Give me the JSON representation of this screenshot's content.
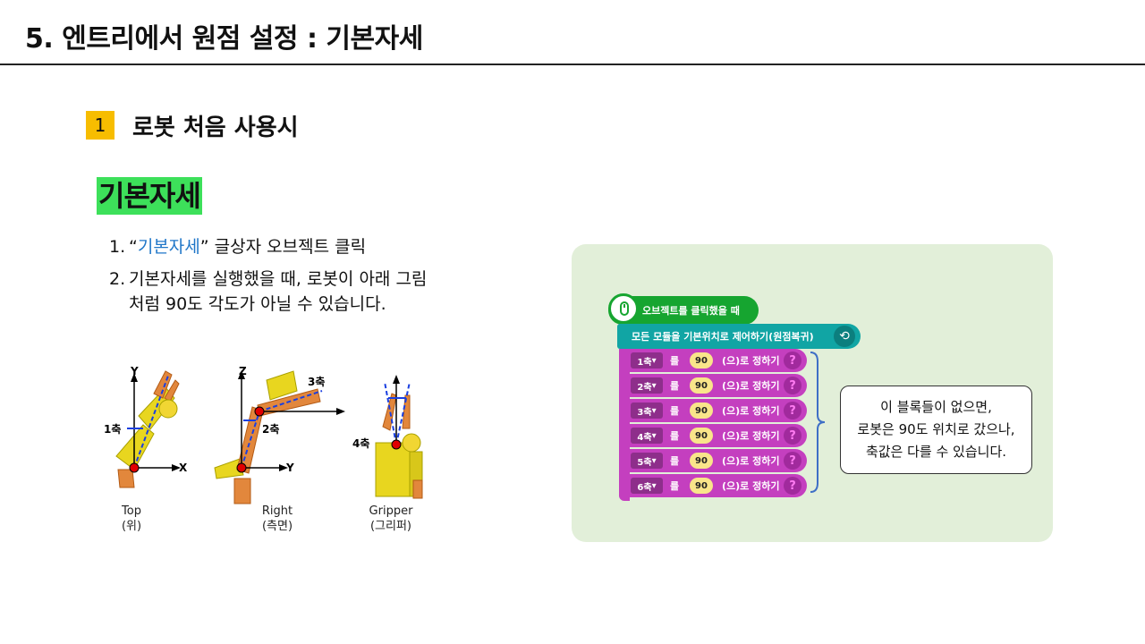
{
  "page": {
    "title": "5. 엔트리에서 원점 설정 : 기본자세",
    "section_number": "1",
    "section_title": "로봇 처음 사용시",
    "highlight": "기본자세"
  },
  "list": [
    {
      "num": "1.",
      "quote_open": "“",
      "keyword": "기본자세",
      "quote_close": "”",
      "rest": " 글상자 오브젝트 클릭"
    },
    {
      "num": "2.",
      "line1": "기본자세를 실행했을 때, 로봇이 아래 그림",
      "line2": "처럼 90도 각도가 아닐 수 있습니다."
    }
  ],
  "robots": {
    "top": {
      "axis_y": "Y",
      "axis_x": "X",
      "joint": "1축",
      "caption": "Top",
      "caption_sub": "(위)"
    },
    "right": {
      "axis_z": "Z",
      "axis_y": "Y",
      "joint2": "2축",
      "joint3": "3축",
      "caption": "Right",
      "caption_sub": "(측면)"
    },
    "gripper": {
      "joint": "4축",
      "caption": "Gripper",
      "caption_sub": "(그리퍼)"
    }
  },
  "blocks": {
    "hat": "오브젝트를 클릭했을 때",
    "reset": "모든 모듈을 기본위치로 제어하기(원점복귀)",
    "set_label": "를",
    "set_suffix": "(으)로 정하기",
    "help": "?",
    "rows": [
      {
        "axis": "1축",
        "value": "90"
      },
      {
        "axis": "2축",
        "value": "90"
      },
      {
        "axis": "3축",
        "value": "90"
      },
      {
        "axis": "4축",
        "value": "90"
      },
      {
        "axis": "5축",
        "value": "90"
      },
      {
        "axis": "6축",
        "value": "90"
      }
    ],
    "dropdown_glyph": "▾",
    "sync_icon": "⟲"
  },
  "callout": {
    "line1": "이 블록들이 없으면,",
    "line2": "로봇은 90도 위치로 갔으나,",
    "line3": "축값은 다를 수 있습니다."
  },
  "colors": {
    "section_badge": "#f7bd00",
    "highlight": "#3de05a",
    "keyword": "#1f76c8",
    "panel_bg": "#e2efd9",
    "hat_block": "#16a530",
    "teal_block": "#11a5a4",
    "magenta_block": "#c43fbf"
  }
}
